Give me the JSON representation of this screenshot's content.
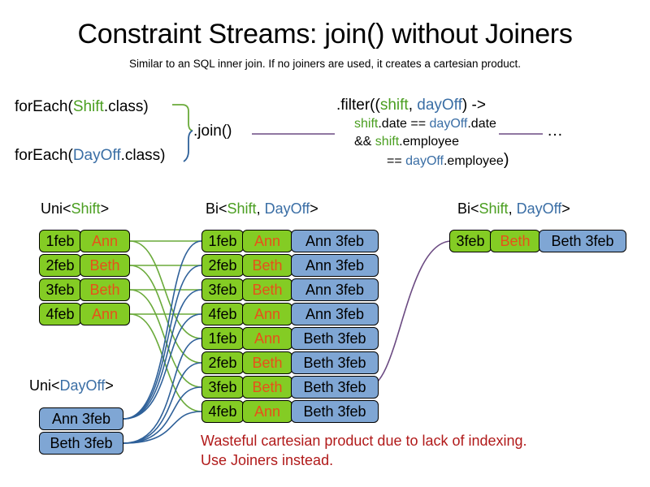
{
  "slide": {
    "title": "Constraint Streams: join() without Joiners",
    "subtitle": "Similar to an SQL inner join. If no joiners are used, it creates a cartesian product."
  },
  "code": {
    "forEach_shift": {
      "prefix": "forEach(",
      "type": "Shift",
      "suffix": ".class)"
    },
    "forEach_dayoff": {
      "prefix": "forEach(",
      "type": "DayOff",
      "suffix": ".class)"
    },
    "join_label": ".join()",
    "ellipsis": "…",
    "filter": {
      "line1_a": ".filter((",
      "line1_shift": "shift",
      "line1_comma": ", ",
      "line1_dayoff": "dayOff",
      "line1_b": ") ->",
      "line2_shift": "shift",
      "line2_a": ".date == ",
      "line2_dayoff": "dayOff",
      "line2_b": ".date",
      "line3_a": "&& ",
      "line3_shift": "shift",
      "line3_b": ".employee",
      "line4_a": "== ",
      "line4_dayoff": "dayOff",
      "line4_b": ".employee",
      "line4_close": ")"
    }
  },
  "captions": {
    "uni_shift": {
      "pre": "Uni<",
      "type": "Shift",
      "post": ">"
    },
    "bi_mid": {
      "pre": "Bi<",
      "type1": "Shift",
      "sep": ", ",
      "type2": "DayOff",
      "post": ">"
    },
    "bi_right": {
      "pre": "Bi<",
      "type1": "Shift",
      "sep": ", ",
      "type2": "DayOff",
      "post": ">"
    },
    "uni_dayoff": {
      "pre": "Uni<",
      "type": "DayOff",
      "post": ">"
    }
  },
  "shifts": [
    {
      "date": "1feb",
      "employee": "Ann"
    },
    {
      "date": "2feb",
      "employee": "Beth"
    },
    {
      "date": "3feb",
      "employee": "Beth"
    },
    {
      "date": "4feb",
      "employee": "Ann"
    }
  ],
  "dayoffs": [
    {
      "label": "Ann 3feb"
    },
    {
      "label": "Beth 3feb"
    }
  ],
  "cartesian": [
    {
      "date": "1feb",
      "employee": "Ann",
      "dayoff": "Ann 3feb"
    },
    {
      "date": "2feb",
      "employee": "Beth",
      "dayoff": "Ann 3feb"
    },
    {
      "date": "3feb",
      "employee": "Beth",
      "dayoff": "Ann 3feb"
    },
    {
      "date": "4feb",
      "employee": "Ann",
      "dayoff": "Ann 3feb"
    },
    {
      "date": "1feb",
      "employee": "Ann",
      "dayoff": "Beth 3feb"
    },
    {
      "date": "2feb",
      "employee": "Beth",
      "dayoff": "Beth 3feb"
    },
    {
      "date": "3feb",
      "employee": "Beth",
      "dayoff": "Beth 3feb"
    },
    {
      "date": "4feb",
      "employee": "Ann",
      "dayoff": "Beth 3feb"
    }
  ],
  "result": [
    {
      "date": "3feb",
      "employee": "Beth",
      "dayoff": "Beth 3feb"
    }
  ],
  "warning": {
    "line1": "Wasteful cartesian product due to lack of indexing.",
    "line2": "Use Joiners instead."
  },
  "colors": {
    "shift_green": "#84cc24",
    "dayoff_blue": "#7fa6d4",
    "type_shift_text": "#4a9e20",
    "type_dayoff_text": "#3a6ea5",
    "employee_text": "#e8501a",
    "warning_text": "#b11a1a",
    "wire_green": "#6aaa3a",
    "wire_blue": "#2e6099",
    "wire_purple": "#6b4a82"
  }
}
